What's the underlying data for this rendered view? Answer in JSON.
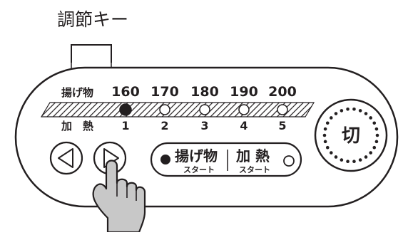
{
  "callout": {
    "label": "調節キー"
  },
  "panel": {
    "mode_labels": {
      "fry": "揚げ物",
      "heat": "加　熱"
    },
    "temperatures": [
      "160",
      "170",
      "180",
      "190",
      "200"
    ],
    "heat_levels": [
      "1",
      "2",
      "3",
      "4",
      "5"
    ],
    "selected_index": 0,
    "left_arrow": "arrow-left-icon",
    "right_arrow": "arrow-right-icon"
  },
  "start_button": {
    "fry_label": "揚げ物",
    "fry_sub": "スタート",
    "heat_label": "加 熱",
    "heat_sub": "スタート",
    "fry_indicator": "filled-dot",
    "heat_indicator": "hollow-dot"
  },
  "off_button": {
    "label": "切"
  },
  "colors": {
    "ink": "#231f20",
    "hand_fill": "#c8c8c8",
    "background": "#ffffff"
  }
}
